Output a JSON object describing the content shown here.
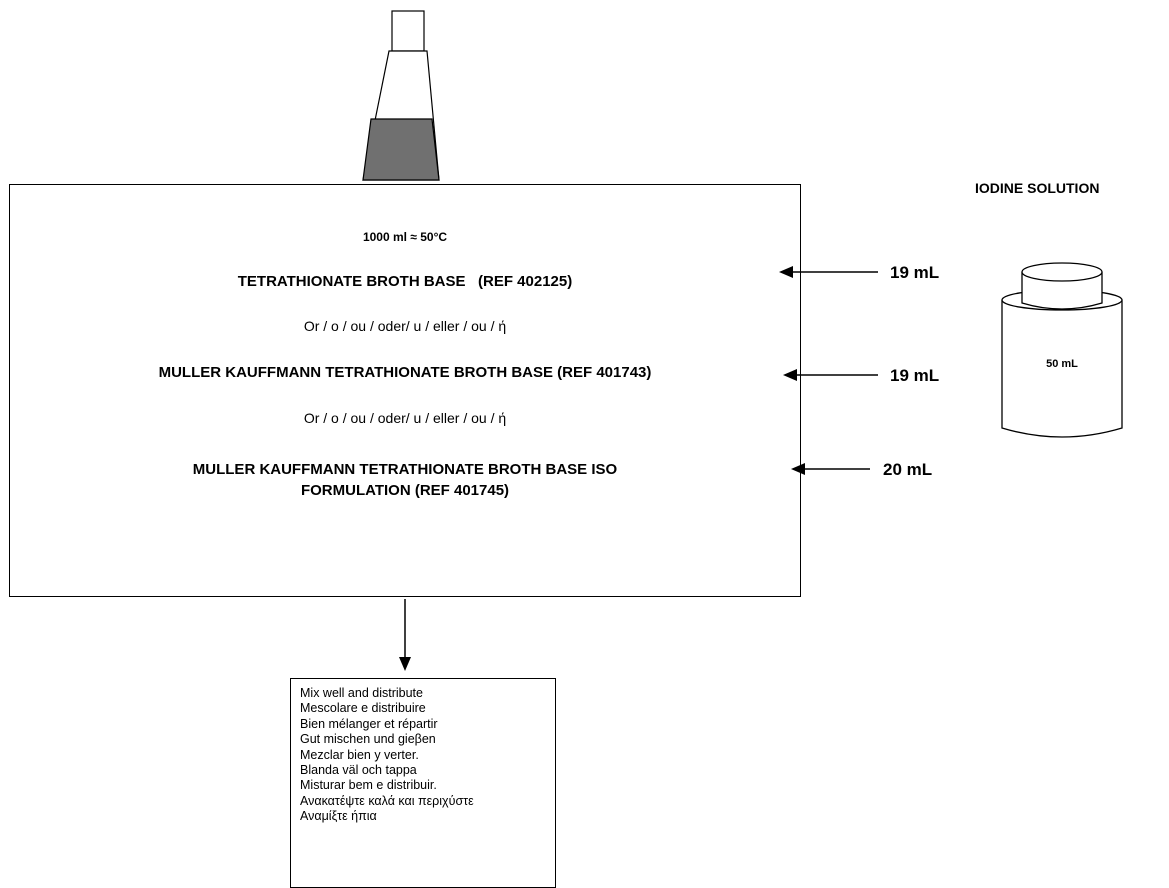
{
  "main_box": {
    "temperature": "1000 ml  ≈ 50°C",
    "media": [
      {
        "name": "TETRATHIONATE BROTH BASE   (REF 402125)",
        "volume": "19 mL"
      },
      {
        "name": "MULLER KAUFFMANN TETRATHIONATE BROTH BASE (REF 401743)",
        "volume": "19 mL"
      },
      {
        "name_line1": "MULLER KAUFFMANN TETRATHIONATE BROTH BASE ISO",
        "name_line2": "FORMULATION (REF 401745)",
        "volume": "20 mL"
      }
    ],
    "or_text": "Or / o / ou / oder/ u / eller / ou / ή"
  },
  "iodine": {
    "title": "IODINE SOLUTION",
    "bottle_label": "50 mL"
  },
  "instructions": [
    "Mix well and distribute",
    "Mescolare e distribuire",
    "Bien mélanger et répartir",
    "Gut mischen und gieβen",
    "Mezclar bien y verter.",
    "Blanda väl och tappa",
    "Misturar bem e distribuir.",
    "Ανακατέψτε καλά και περιχύστε",
    "Αναμίξτε ήπια"
  ],
  "colors": {
    "liquid": "#707070",
    "stroke": "#000000"
  }
}
